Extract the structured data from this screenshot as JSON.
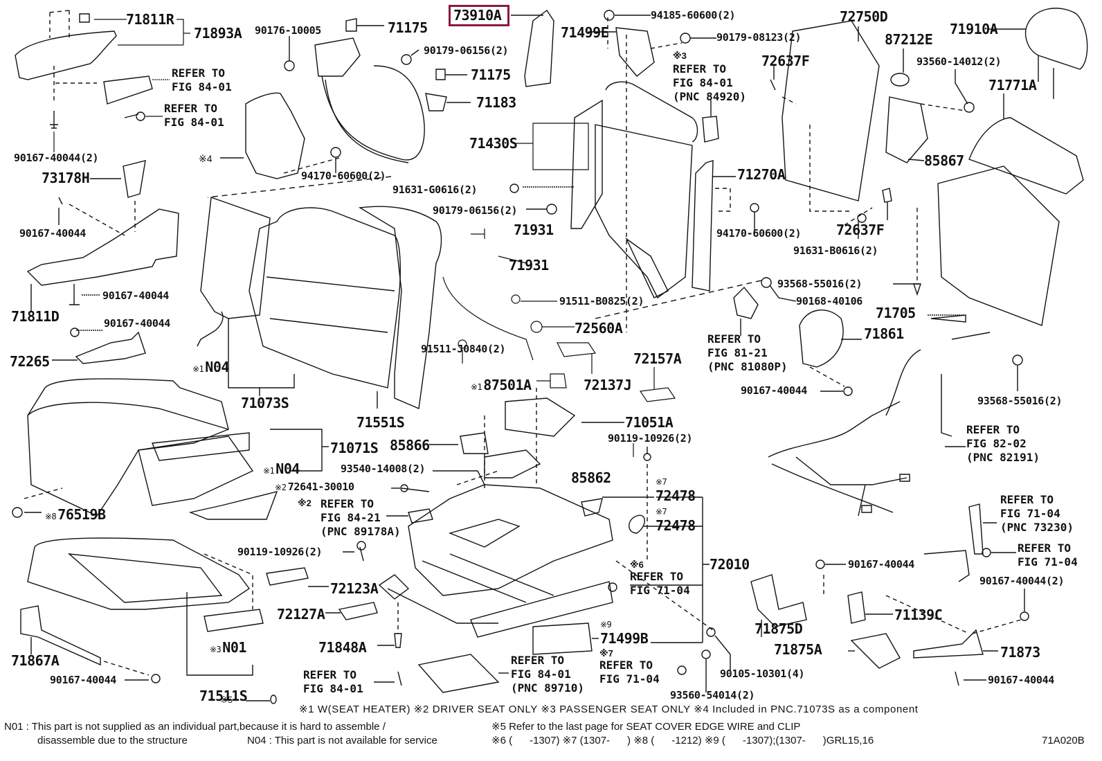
{
  "diagram": {
    "title_code": "71A020B",
    "highlighted_part": "73910A",
    "highlight_color": "#8b1a3a",
    "labels": [
      {
        "id": "p71811R",
        "text": "71811R"
      },
      {
        "id": "p71893A",
        "text": "71893A"
      },
      {
        "id": "p90176",
        "text": "90176-10005"
      },
      {
        "id": "p71175a",
        "text": "71175"
      },
      {
        "id": "p73910A",
        "text": "73910A"
      },
      {
        "id": "p94185",
        "text": "94185-60600(2)"
      },
      {
        "id": "p71499E",
        "text": "71499E"
      },
      {
        "id": "p90179_08123",
        "text": "90179-08123(2)"
      },
      {
        "id": "p72750D",
        "text": "72750D"
      },
      {
        "id": "p71910A",
        "text": "71910A"
      },
      {
        "id": "p87212E",
        "text": "87212E"
      },
      {
        "id": "p72637F_a",
        "text": "72637F"
      },
      {
        "id": "p93560_14012",
        "text": "93560-14012(2)"
      },
      {
        "id": "p71771A",
        "text": "71771A"
      },
      {
        "id": "p90179_06156_a",
        "text": "90179-06156(2)"
      },
      {
        "id": "p71175b",
        "text": "71175"
      },
      {
        "id": "p71183",
        "text": "71183"
      },
      {
        "id": "p90167_40044_2a",
        "text": "90167-40044(2)"
      },
      {
        "id": "p73178H",
        "text": "73178H"
      },
      {
        "id": "p71430S",
        "text": "71430S"
      },
      {
        "id": "p94170_a",
        "text": "94170-60600(2)"
      },
      {
        "id": "p85867",
        "text": "85867"
      },
      {
        "id": "p71270A",
        "text": "71270A"
      },
      {
        "id": "p91631_G0616",
        "text": "91631-G0616(2)"
      },
      {
        "id": "p90179_06156_b",
        "text": "90179-06156(2)"
      },
      {
        "id": "p90167_40044_a",
        "text": "90167-40044"
      },
      {
        "id": "p71931a",
        "text": "71931"
      },
      {
        "id": "p94170_b",
        "text": "94170-60600(2)"
      },
      {
        "id": "p72637F_b",
        "text": "72637F"
      },
      {
        "id": "p91631_B0616",
        "text": "91631-B0616(2)"
      },
      {
        "id": "p71931b",
        "text": "71931"
      },
      {
        "id": "p93568_a",
        "text": "93568-55016(2)"
      },
      {
        "id": "p90167_40044_b",
        "text": "90167-40044"
      },
      {
        "id": "p91511_B0825",
        "text": "91511-B0825(2)"
      },
      {
        "id": "p90168",
        "text": "90168-40106"
      },
      {
        "id": "p71811D",
        "text": "71811D"
      },
      {
        "id": "p71705",
        "text": "71705"
      },
      {
        "id": "p90167_40044_c",
        "text": "90167-40044"
      },
      {
        "id": "p72560A",
        "text": "72560A"
      },
      {
        "id": "p71861",
        "text": "71861"
      },
      {
        "id": "p72265",
        "text": "72265"
      },
      {
        "id": "p91511_J0840",
        "text": "91511-J0840(2)"
      },
      {
        "id": "p72157A",
        "text": "72157A"
      },
      {
        "id": "pN04a",
        "text": "N04",
        "mark": "※1"
      },
      {
        "id": "p87501A",
        "text": "87501A",
        "mark": "※1"
      },
      {
        "id": "p72137J",
        "text": "72137J"
      },
      {
        "id": "p90167_40044_d",
        "text": "90167-40044"
      },
      {
        "id": "p93568_b",
        "text": "93568-55016(2)"
      },
      {
        "id": "p71073S",
        "text": "71073S"
      },
      {
        "id": "p71551S",
        "text": "71551S"
      },
      {
        "id": "p71051A",
        "text": "71051A"
      },
      {
        "id": "p90119_a",
        "text": "90119-10926(2)"
      },
      {
        "id": "p85866",
        "text": "85866"
      },
      {
        "id": "p71071S",
        "text": "71071S"
      },
      {
        "id": "p93540",
        "text": "93540-14008(2)"
      },
      {
        "id": "pN04b",
        "text": "N04",
        "mark": "※1"
      },
      {
        "id": "p85862",
        "text": "85862"
      },
      {
        "id": "p72641",
        "text": "72641-30010",
        "mark": "※2"
      },
      {
        "id": "p72478a",
        "text": "72478",
        "mark": "※7"
      },
      {
        "id": "p76519B",
        "text": "76519B",
        "mark": "※8"
      },
      {
        "id": "p72478b",
        "text": "72478",
        "mark": "※7"
      },
      {
        "id": "p90119_b",
        "text": "90119-10926(2)"
      },
      {
        "id": "p72010",
        "text": "72010"
      },
      {
        "id": "p90167_40044_e",
        "text": "90167-40044"
      },
      {
        "id": "p72123A",
        "text": "72123A"
      },
      {
        "id": "p90167_40044_2b",
        "text": "90167-40044(2)"
      },
      {
        "id": "p72127A",
        "text": "72127A"
      },
      {
        "id": "p71139C",
        "text": "71139C"
      },
      {
        "id": "p71875D",
        "text": "71875D"
      },
      {
        "id": "pN01",
        "text": "N01",
        "mark": "※3"
      },
      {
        "id": "p71848A",
        "text": "71848A"
      },
      {
        "id": "p71499B",
        "text": "71499B",
        "mark": "※9"
      },
      {
        "id": "p71875A",
        "text": "71875A"
      },
      {
        "id": "p71873",
        "text": "71873"
      },
      {
        "id": "p71867A",
        "text": "71867A"
      },
      {
        "id": "p71511S",
        "text": "71511S"
      },
      {
        "id": "p90167_40044_f",
        "text": "90167-40044"
      },
      {
        "id": "p90105",
        "text": "90105-10301(4)"
      },
      {
        "id": "p90167_40044_g",
        "text": "90167-40044"
      },
      {
        "id": "p93560_54014",
        "text": "93560-54014(2)"
      },
      {
        "id": "p5mark",
        "text": "※5"
      }
    ],
    "refer_notes": [
      {
        "id": "r1",
        "text": "REFER TO\nFIG 84-01"
      },
      {
        "id": "r2",
        "text": "REFER TO\nFIG 84-01"
      },
      {
        "id": "r3",
        "text": "REFER TO\nFIG 84-01\n(PNC 84920)",
        "mark": "※3"
      },
      {
        "id": "r4",
        "text": "REFER TO\nFIG 81-21\n(PNC 81080P)"
      },
      {
        "id": "r5",
        "text": "REFER TO\nFIG 82-02\n(PNC 82191)"
      },
      {
        "id": "r6",
        "text": "REFER TO\nFIG 84-21\n(PNC 89178A)",
        "mark": "※2"
      },
      {
        "id": "r7",
        "text": "REFER TO\nFIG 71-04\n(PNC 73230)"
      },
      {
        "id": "r8",
        "text": "REFER TO\nFIG 71-04"
      },
      {
        "id": "r9",
        "text": "REFER TO\nFIG 71-04",
        "mark": "※6"
      },
      {
        "id": "r10",
        "text": "REFER TO\nFIG 84-01\n(PNC 89710)"
      },
      {
        "id": "r11",
        "text": "REFER TO\nFIG 71-04",
        "mark": "※7"
      },
      {
        "id": "r12",
        "text": "REFER TO\nFIG 84-01"
      }
    ],
    "side_marks": [
      {
        "id": "m4",
        "text": "※4"
      }
    ],
    "footnotes": {
      "line1": "※1 W(SEAT HEATER) ※2 DRIVER SEAT ONLY ※3 PASSENGER SEAT ONLY ※4 Included in PNC.71073S as a component",
      "n01": "N01 : This part is not supplied as an individual part,because it is hard to assemble /",
      "n01_cont": "disassemble due to the structure",
      "n04": "N04 : This part is not available for service",
      "note5": "※5 Refer to the last page for SEAT COVER EDGE WIRE and CLIP",
      "line4": "※6 (      -1307) ※7 (1307-      ) ※8 (      -1212) ※9 (      -1307);(1307-      )GRL15,16"
    }
  }
}
